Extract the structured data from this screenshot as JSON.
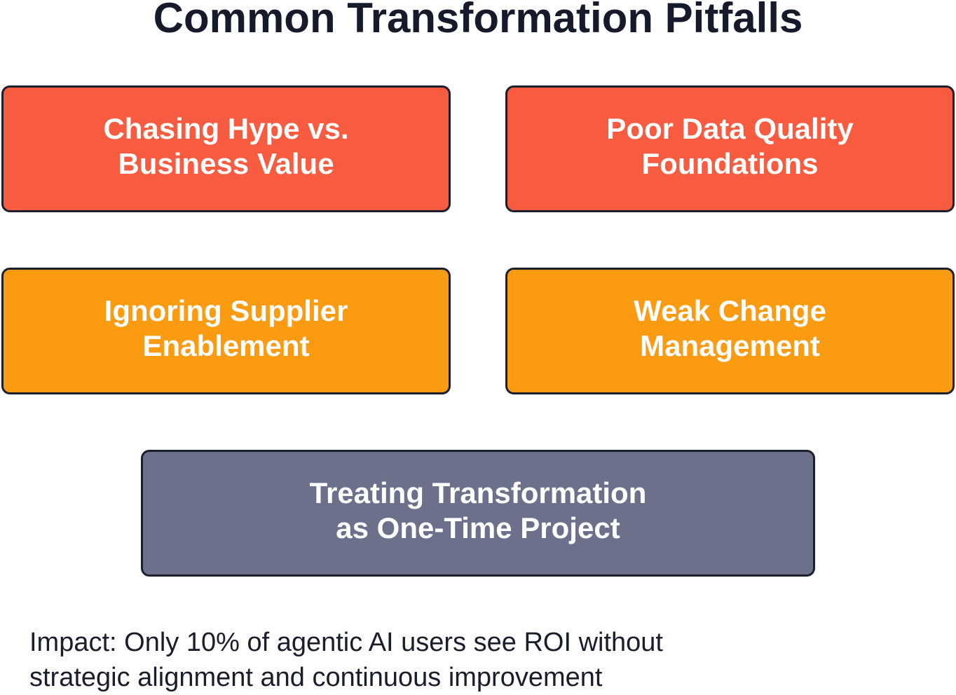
{
  "title": "Common Transformation Pitfalls",
  "pitfalls": [
    {
      "line1": "Chasing Hype vs.",
      "line2": "Business Value",
      "color": "#f75b40"
    },
    {
      "line1": "Poor Data Quality",
      "line2": "Foundations",
      "color": "#f75b40"
    },
    {
      "line1": "Ignoring Supplier",
      "line2": "Enablement",
      "color": "#fb9b12"
    },
    {
      "line1": "Weak Change",
      "line2": "Management",
      "color": "#fb9b12"
    },
    {
      "line1": "Treating Transformation",
      "line2": "as One-Time Project",
      "color": "#6c708b"
    }
  ],
  "impact": {
    "line1": "Impact: Only 10% of agentic AI users see ROI without",
    "line2": "strategic alignment and continuous improvement"
  }
}
